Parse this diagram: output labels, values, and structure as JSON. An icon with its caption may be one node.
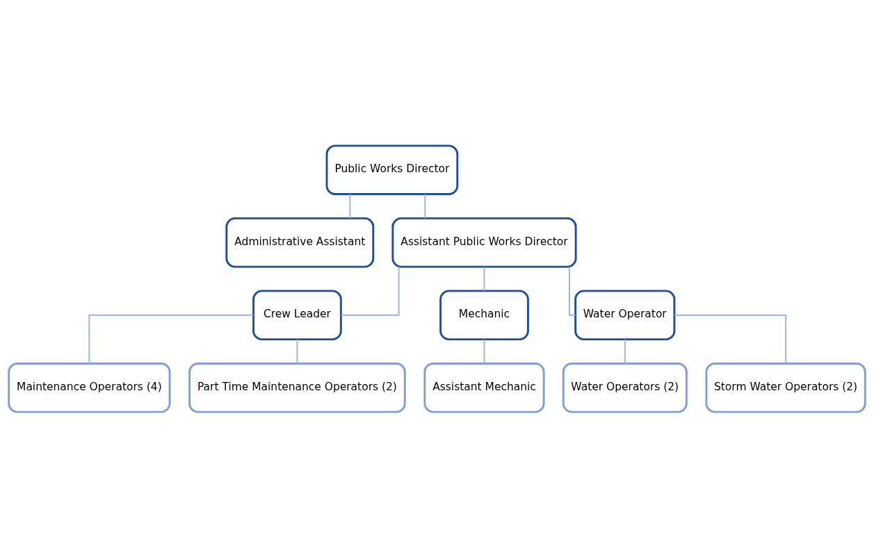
{
  "diagram": {
    "nodes": [
      {
        "text": [
          "Public Works Director"
        ]
      },
      {
        "text": [
          "Administrative Assistant"
        ]
      },
      {
        "text": [
          "Assistant Public Works Director"
        ]
      },
      {
        "text": [
          "Crew Leader"
        ]
      },
      {
        "text": [
          "Mechanic"
        ]
      },
      {
        "text": [
          "Water Operator"
        ]
      },
      {
        "text": [
          "Maintenance Operators (4)"
        ]
      },
      {
        "text": [
          "Part Time Maintenance Operators (2)"
        ]
      },
      {
        "text": [
          "Assistant Mechanic"
        ]
      },
      {
        "text": [
          "Water Operators (2)"
        ]
      },
      {
        "text": [
          "Storm Water Operators (2)"
        ]
      }
    ],
    "edges": [
      {
        "from": 0,
        "to": 1,
        "arrow": "none"
      },
      {
        "from": 0,
        "to": 2,
        "arrow": "none"
      },
      {
        "from": 2,
        "to": 3,
        "arrow": "none"
      },
      {
        "from": 2,
        "to": 4,
        "arrow": "none"
      },
      {
        "from": 2,
        "to": 5,
        "arrow": "none"
      },
      {
        "from": 3,
        "to": 6,
        "arrow": "none"
      },
      {
        "from": 3,
        "to": 7,
        "arrow": "none"
      },
      {
        "from": 4,
        "to": 8,
        "arrow": "none"
      },
      {
        "from": 5,
        "to": 9,
        "arrow": "none"
      },
      {
        "from": 5,
        "to": 10,
        "arrow": "none"
      }
    ]
  }
}
